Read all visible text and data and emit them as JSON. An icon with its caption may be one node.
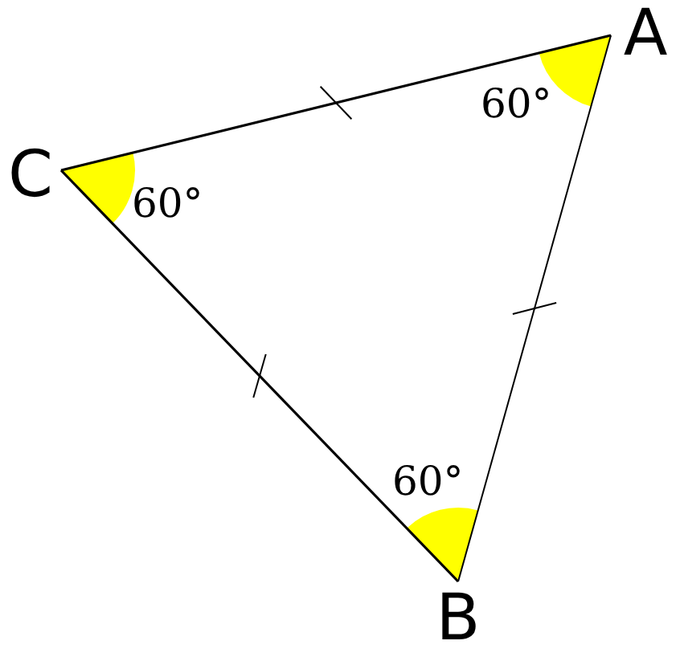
{
  "diagram": {
    "nodes": [
      {
        "text": [
          "A"
        ]
      },
      {
        "text": [
          "B"
        ]
      },
      {
        "text": [
          "C"
        ]
      }
    ],
    "edges": [
      {
        "from": 2,
        "to": 0,
        "arrow": "none"
      },
      {
        "from": 0,
        "to": 1,
        "arrow": "none"
      },
      {
        "from": 1,
        "to": 2,
        "arrow": "none"
      }
    ],
    "labels": [
      "60°",
      "60°",
      "60°"
    ]
  }
}
